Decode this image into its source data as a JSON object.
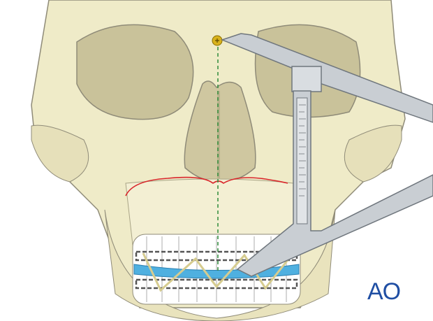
{
  "figure": {
    "subject": "Frontal skull with maxillomandibular fixation and caliper measurement",
    "elements": {
      "skull": "skull-illustration",
      "screw": "reference-screw-nasion",
      "midline": "facial-midline-dashed",
      "osteotomy": "le-fort-i-osteotomy-line",
      "splint": "occlusal-splint",
      "arch_bars": "arch-bars-with-wires",
      "caliper": "measuring-caliper"
    }
  },
  "colors": {
    "bone": "#efebc8",
    "bone_shadow": "#d8d2a6",
    "cavity": "#c9c29a",
    "outline": "#8f8b78",
    "midline": "#2e8b3a",
    "osteotomy": "#d9262b",
    "splint": "#4fb0e0",
    "wire": "#e8dfa6",
    "steel": "#c9ced3",
    "steel_dark": "#6f767d",
    "screw": "#d8b21c",
    "logo": "#1f4ea3"
  },
  "logo": {
    "text": "AO"
  }
}
